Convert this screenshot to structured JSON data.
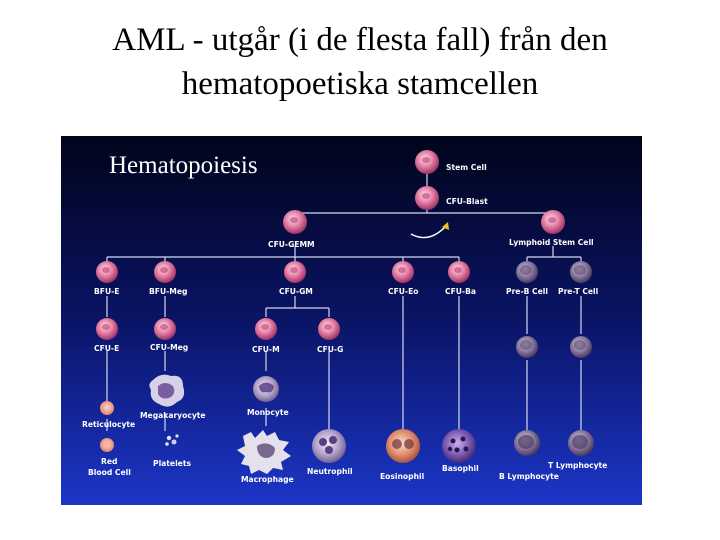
{
  "slide": {
    "title_line1": "AML - utgår (i de flesta fall) från den",
    "title_line2": "hematopoetiska stamcellen"
  },
  "diagram": {
    "heading": "Hematopoiesis",
    "labels": {
      "stem_cell": "Stem Cell",
      "cfu_blast": "CFU-Blast",
      "cfu_gemm": "CFU-GEMM",
      "lymphoid_stem_cell": "Lymphoid Stem Cell",
      "bfu_e": "BFU-E",
      "bfu_meg": "BFU-Meg",
      "cfu_gm": "CFU-GM",
      "cfu_eo": "CFU-Eo",
      "cfu_ba": "CFU-Ba",
      "pre_b_cell": "Pre-B Cell",
      "pre_t_cell": "Pre-T Cell",
      "cfu_e": "CFU-E",
      "cfu_meg": "CFU-Meg",
      "cfu_m": "CFU-M",
      "cfu_g": "CFU-G",
      "megakaryocyte": "Megakaryocyte",
      "monocyte": "Monocyte",
      "reticulocyte": "Reticulocyte",
      "red_blood_cell_line1": "Red",
      "red_blood_cell_line2": "Blood Cell",
      "platelets": "Platelets",
      "macrophage": "Macrophage",
      "neutrophil": "Neutrophil",
      "eosinophil": "Eosinophil",
      "basophil": "Basophil",
      "b_lymphocyte": "B Lymphocyte",
      "t_lymphocyte": "T Lymphocyte"
    },
    "colors": {
      "background_top": "#01041a",
      "background_bottom": "#1c36c8",
      "connector": "#d6d6ef",
      "progenitor_cell": "#e27aa0",
      "lymphoid_cell": "#8a7aa0",
      "mature_granulocyte": "#b0a0c8",
      "eosinophil_granules": "#e07050",
      "basophil_granules": "#5c3a90"
    }
  }
}
